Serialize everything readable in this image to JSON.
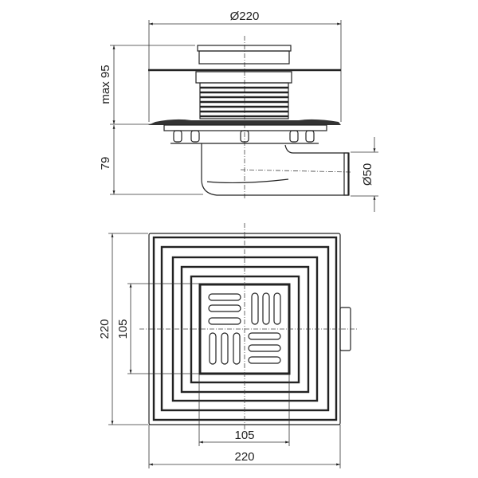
{
  "side_view": {
    "diameter_label": "Ø220",
    "height_top_label": "max 95",
    "height_bottom_label": "79",
    "outlet_label": "Ø50"
  },
  "plan_view": {
    "outer_height_label": "220",
    "grate_height_label": "105",
    "grate_width_label": "105",
    "outer_width_label": "220"
  }
}
